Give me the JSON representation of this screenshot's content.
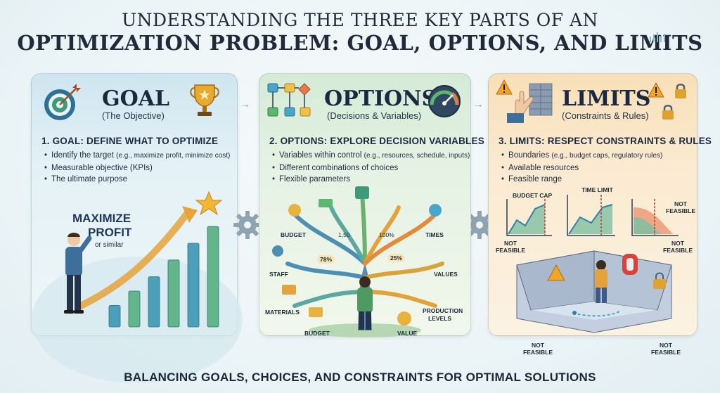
{
  "title": {
    "line1": "UNDERSTANDING THE THREE KEY PARTS OF AN",
    "line2": "OPTIMIZATION PROBLEM: GOAL, OPTIONS, AND LIMITS"
  },
  "goal": {
    "heading": "GOAL",
    "subheading": "(The Objective)",
    "section_title": "1. GOAL: DEFINE WHAT TO OPTIMIZE",
    "bullets": [
      "Identify the target",
      "Measurable objective (KPIs)",
      "The ultimate purpose"
    ],
    "bullet1_note": "(e.g., maximize profit, minimize cost)",
    "chart_label_line1": "MAXIMIZE",
    "chart_label_line2": "PROFIT",
    "chart_label_line3": "or similar",
    "chart_bars": [
      0.18,
      0.3,
      0.42,
      0.56,
      0.7,
      0.84
    ]
  },
  "options": {
    "heading": "OPTIONS",
    "subheading": "(Decisions & Variables)",
    "section_title": "2. OPTIONS: EXPLORE DECISION VARIABLES",
    "bullets": [
      "Variables within control",
      "Different combinations of choices",
      "Flexible parameters"
    ],
    "bullet1_note": "(e.g., resources, schedule, inputs)",
    "tree_labels": {
      "budget_top": "BUDGET",
      "val_150": "1,50",
      "val_100": "100%",
      "times": "TIMES",
      "val_78": "78%",
      "val_25": "25%",
      "staff": "STAFF",
      "values": "VALUES",
      "materials": "MATERIALS",
      "budget_bottom": "BUDGET",
      "value": "VALUE",
      "production_line1": "PRODUCTION",
      "production_line2": "LEVELS"
    }
  },
  "limits": {
    "heading": "LIMITS",
    "subheading": "(Constraints & Rules)",
    "section_title": "3. LIMITS: RESPECT CONSTRAINTS & RULES",
    "bullets": [
      "Boundaries",
      "Available resources",
      "Feasible range"
    ],
    "bullet1_note": "(e.g., budget caps, regulatory rules)",
    "budget_cap": "BUDGET CAP",
    "time_limit": "TIME LIMIT",
    "not_feasible_line1": "NOT",
    "not_feasible_line2": "FEASIBLE"
  },
  "footer": "BALANCING GOALS, CHOICES, AND CONSTRAINTS FOR OPTIMAL SOLUTIONS",
  "colors": {
    "goal_accent": "#2f7fa8",
    "options_accent": "#4b9a5c",
    "limits_accent": "#e39a2a"
  }
}
